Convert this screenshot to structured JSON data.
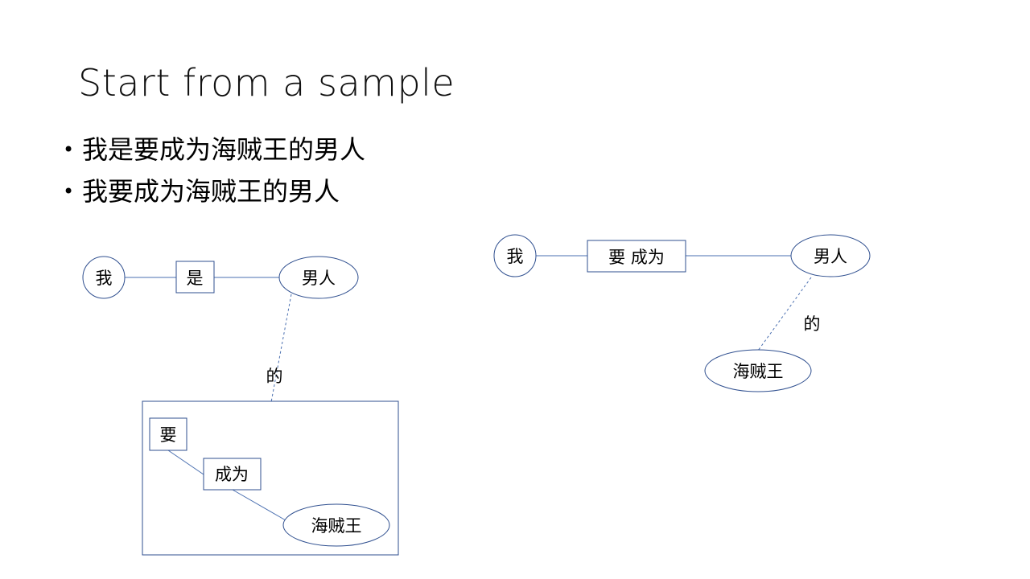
{
  "slide": {
    "title": "Start from a sample",
    "bullets": [
      "我是要成为海贼王的男人",
      "我要成为海贼王的男人"
    ]
  },
  "diagram_left": {
    "subject": "我",
    "verb": "是",
    "object": "男人",
    "modifier_label": "的",
    "clause": {
      "modal": "要",
      "verb": "成为",
      "object": "海贼王"
    }
  },
  "diagram_right": {
    "subject": "我",
    "verb": "要 成为",
    "object": "男人",
    "modifier_label": "的",
    "modifier": "海贼王"
  },
  "colors": {
    "shape_stroke": "#2f4f8f",
    "connector": "#4a6fb0",
    "text": "#000000"
  }
}
